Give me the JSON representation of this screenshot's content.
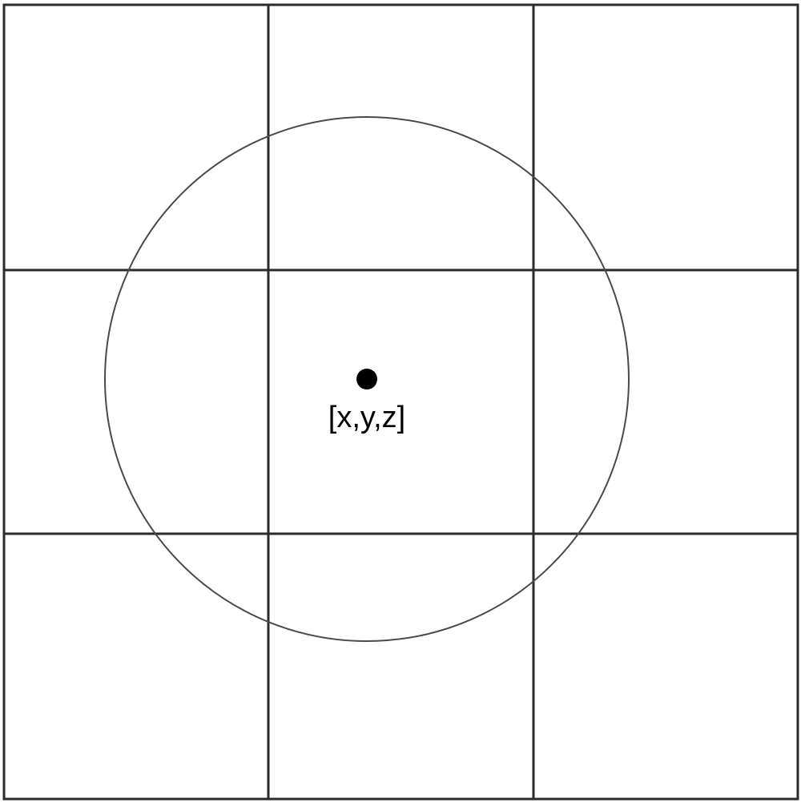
{
  "diagram": {
    "grid": {
      "rows": 3,
      "cols": 3
    },
    "point": {
      "label": "[x,y,z]"
    },
    "colors": {
      "lines": "#2b2b2b",
      "circle": "#4a4a4a",
      "point": "#000000",
      "background": "#ffffff"
    }
  }
}
